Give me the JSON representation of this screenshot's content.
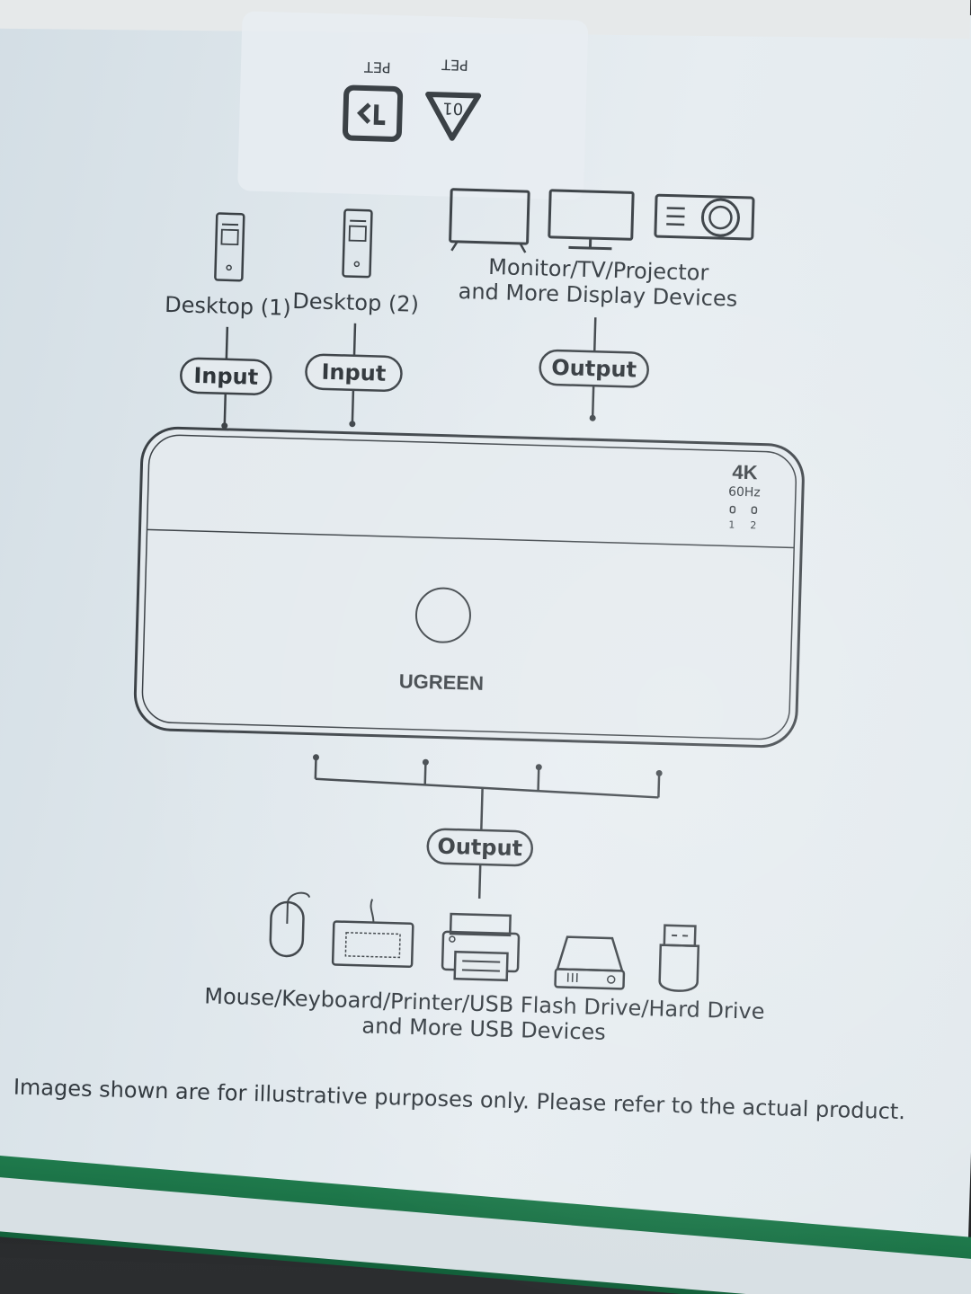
{
  "recycle_codes": [
    {
      "icon": "recycle-pet-icon",
      "number": "01",
      "label": "PET"
    },
    {
      "icon": "recycle-paper-icon",
      "number": "",
      "label": "PET"
    }
  ],
  "inputs": [
    {
      "label": "Desktop (1)",
      "connector": "Input",
      "icon": "desktop-tower-icon"
    },
    {
      "label": "Desktop (2)",
      "connector": "Input",
      "icon": "desktop-tower-icon"
    }
  ],
  "display_output": {
    "label_line1": "Monitor/TV/Projector",
    "label_line2": "and More Display Devices",
    "connector": "Output",
    "icons": [
      "tv-icon",
      "monitor-icon",
      "projector-icon"
    ]
  },
  "device": {
    "brand": "UGREEN",
    "spec_resolution": "4K",
    "spec_refresh": "60Hz",
    "led_1": "1",
    "led_2": "2",
    "button": "switch-button"
  },
  "usb_output": {
    "connector": "Output",
    "label_line1": "Mouse/Keyboard/Printer/USB Flash Drive/Hard Drive",
    "label_line2": "and More USB Devices",
    "icons": [
      "mouse-icon",
      "keyboard-icon",
      "printer-icon",
      "hard-drive-icon",
      "usb-flash-drive-icon"
    ]
  },
  "disclaimer": "Images shown are for illustrative purposes only. Please refer to the actual product.",
  "colors": {
    "box": "#dfe7ec",
    "ink": "#3b4146",
    "green_edge": "#1f7a4c"
  }
}
